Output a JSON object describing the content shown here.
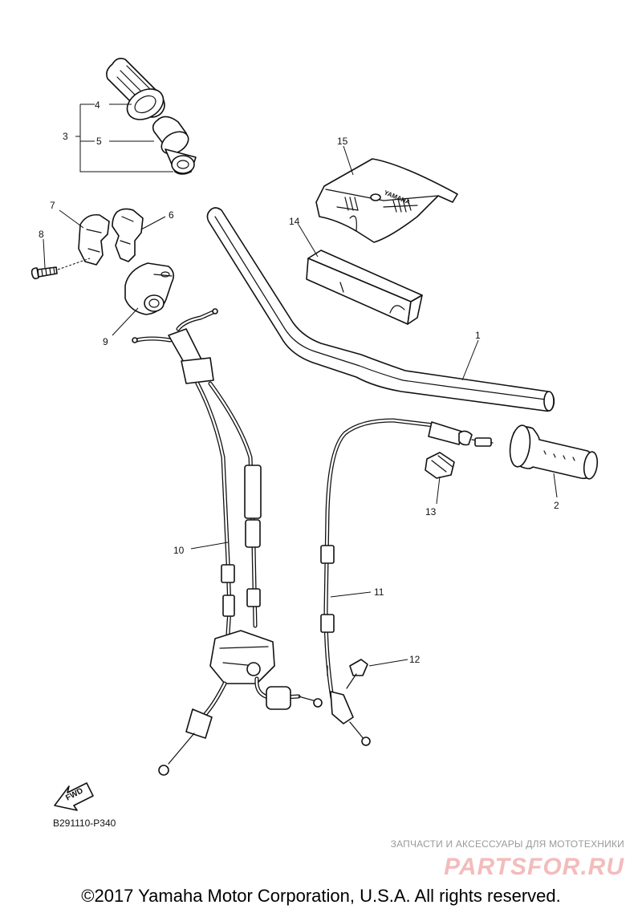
{
  "callouts": {
    "c1": "1",
    "c2": "2",
    "c3": "3",
    "c4": "4",
    "c5": "5",
    "c6": "6",
    "c7": "7",
    "c8": "8",
    "c9": "9",
    "c10": "10",
    "c11": "11",
    "c12": "12",
    "c13": "13",
    "c14": "14",
    "c15": "15"
  },
  "direction_label": "FWD",
  "logo_text": "YAMAHA",
  "diagram_code": "B291110-P340",
  "watermark": {
    "tagline": "ЗАПЧАСТИ И АКСЕССУАРЫ ДЛЯ МОТОТЕХНИКИ",
    "brand": "PARTSFOR.RU"
  },
  "copyright": "©2017 Yamaha Motor Corporation, U.S.A. All rights reserved."
}
